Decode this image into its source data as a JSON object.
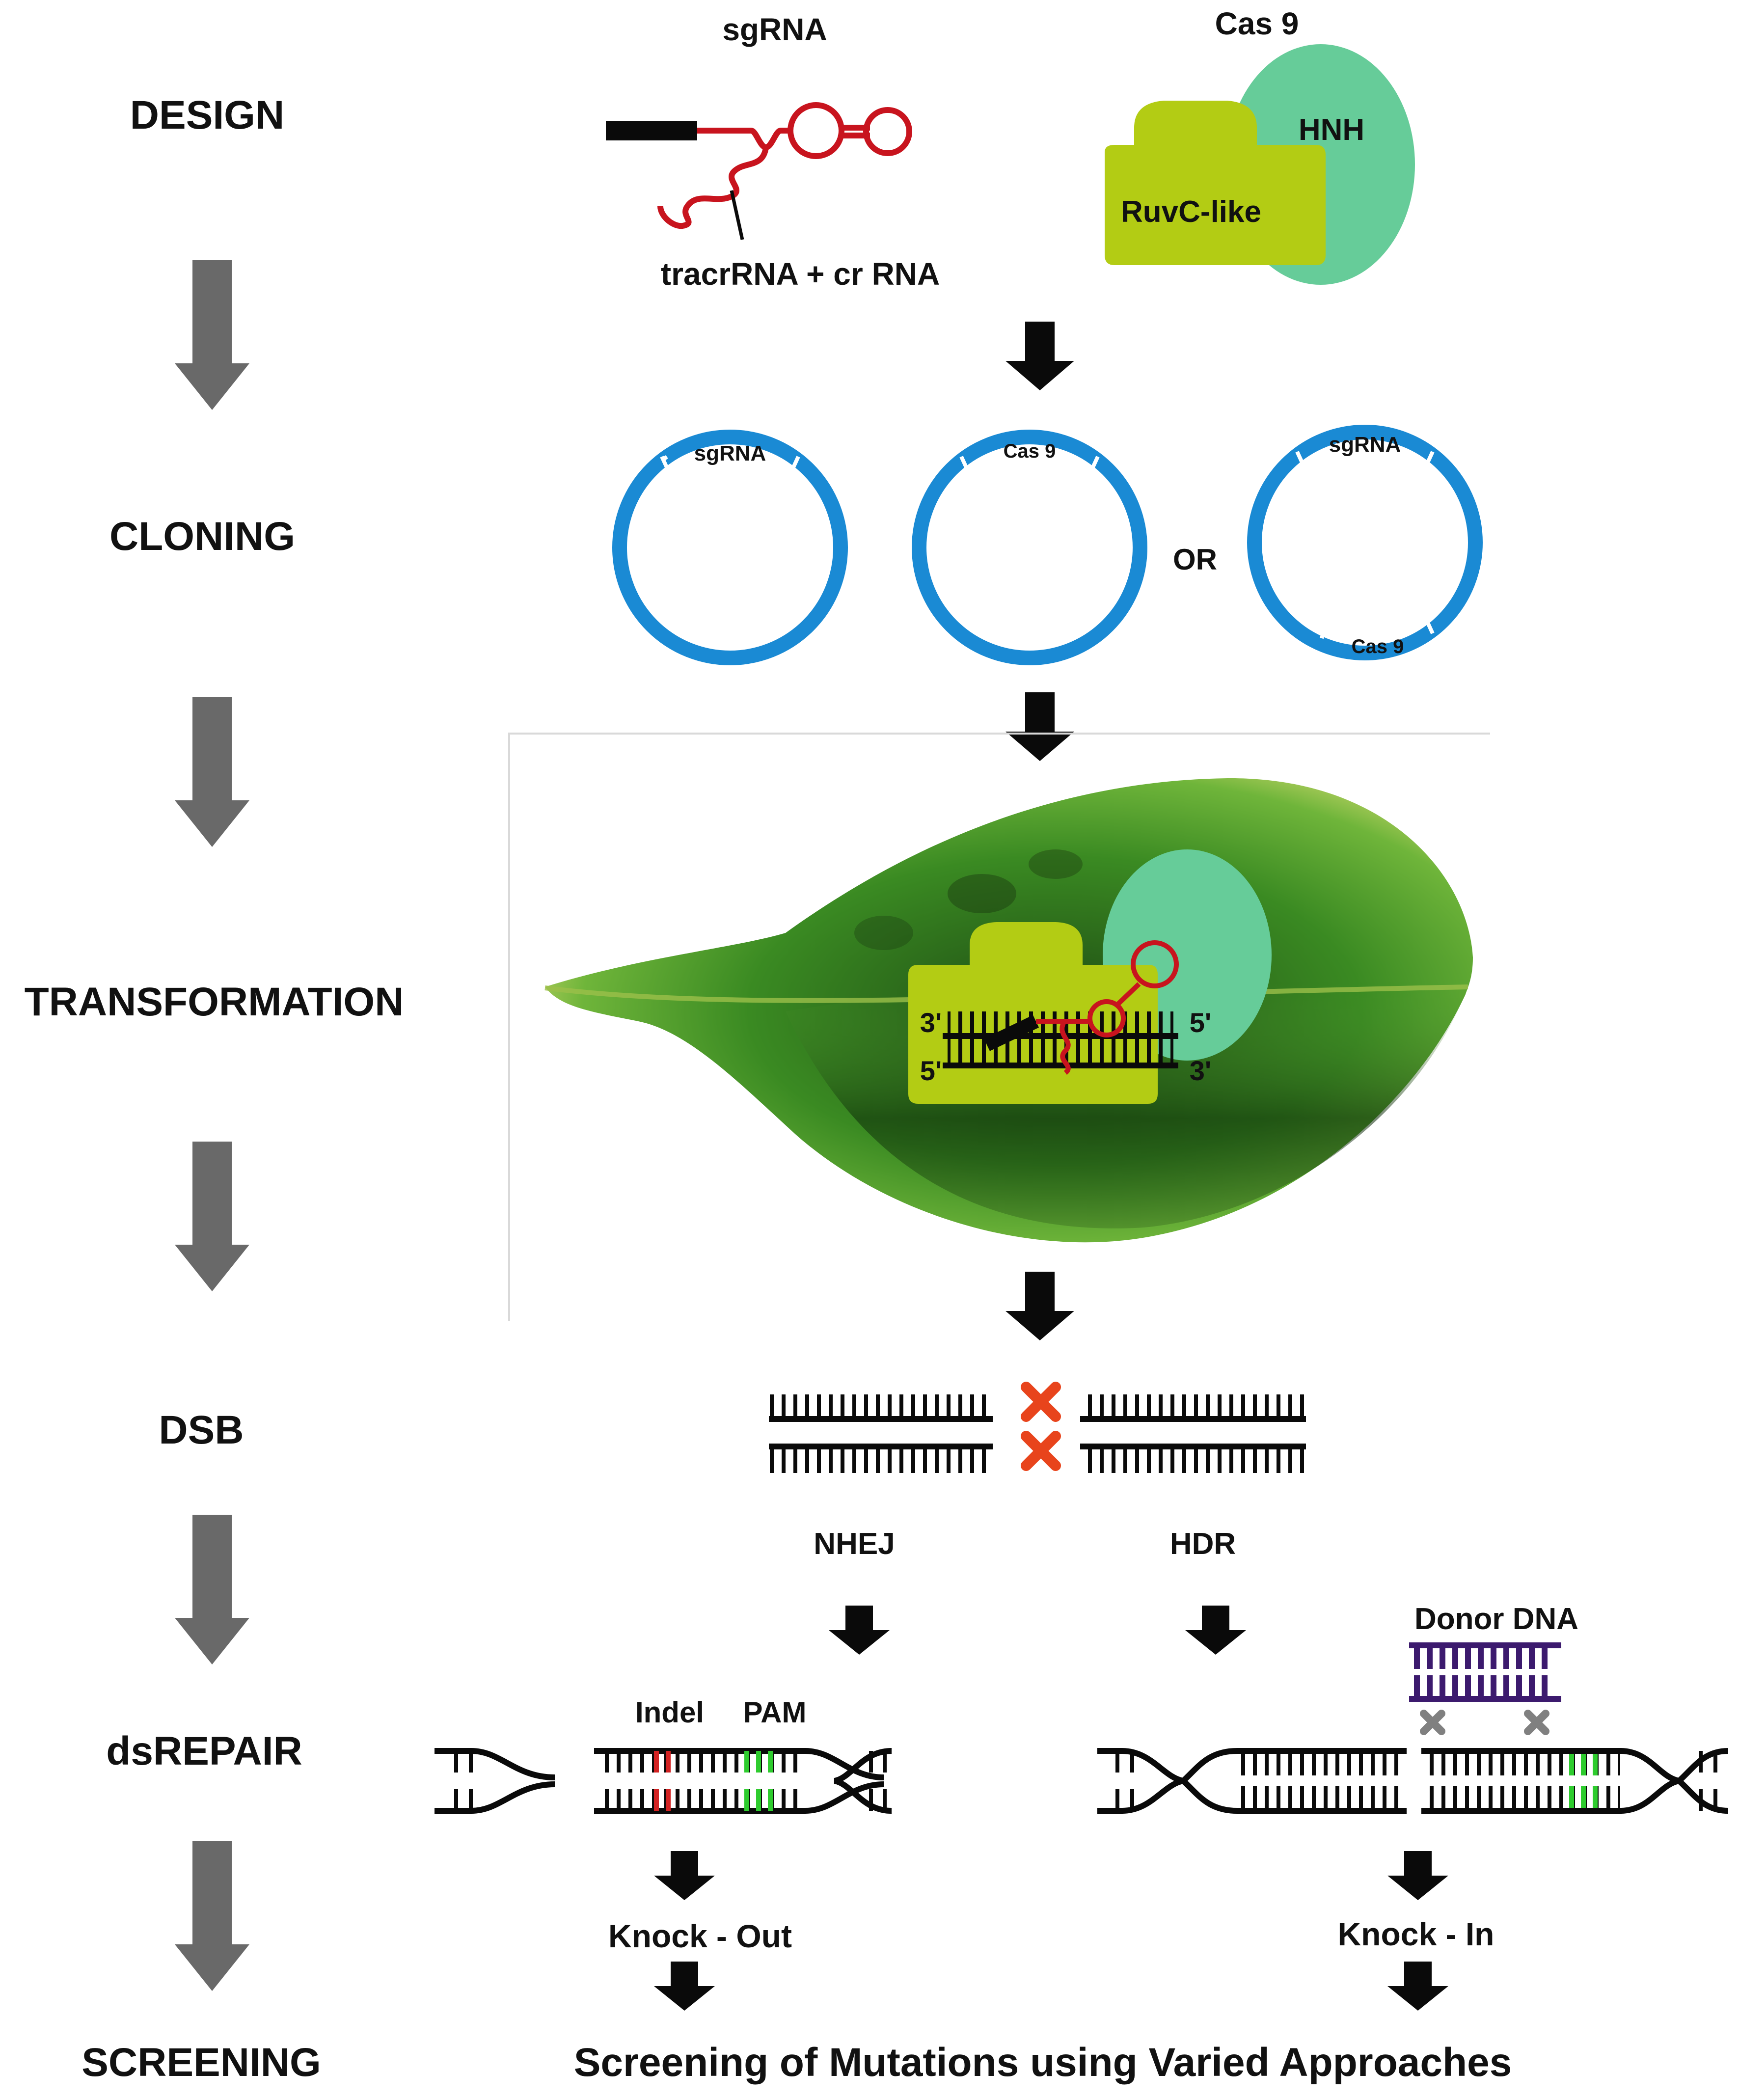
{
  "steps": {
    "design": "DESIGN",
    "cloning": "CLONING",
    "transformation": "TRANSFORMATION",
    "dsb": "DSB",
    "dsrepair": "dsREPAIR",
    "screening": "SCREENING"
  },
  "design": {
    "sgrna_title": "sgRNA",
    "sgrna_caption": "tracrRNA + cr RNA",
    "cas9_title": "Cas 9",
    "hnh_label": "HNH",
    "ruvc_label": "RuvC-like"
  },
  "cloning": {
    "plasmid1_label": "sgRNA",
    "plasmid2_label": "Cas 9",
    "or_label": "OR",
    "plasmid3_top_label": "sgRNA",
    "plasmid3_bottom_label": "Cas 9"
  },
  "complex": {
    "top_left": "3'",
    "top_right": "5'",
    "bottom_left": "5'",
    "bottom_right": "3'"
  },
  "repair": {
    "nhej": "NHEJ",
    "hdr": "HDR",
    "donor_dna": "Donor DNA",
    "indel": "Indel",
    "pam": "PAM",
    "knock_out": "Knock - Out",
    "knock_in": "Knock - In"
  },
  "screening_text": "Screening of Mutations using Varied Approaches",
  "colors": {
    "step_arrow": "#696969",
    "flow_arrow": "#0a0a0a",
    "rna": "#c8141e",
    "ruvc": "#b3cc14",
    "hnh": "#66cc99",
    "plasmid": "#1a8ad4",
    "leaf": "#3f8a24",
    "cross": "#e8441c",
    "pam": "#2ecc2e",
    "indel": "#d22222",
    "donor": "#3c1a6e",
    "grey_cross": "#808080"
  }
}
